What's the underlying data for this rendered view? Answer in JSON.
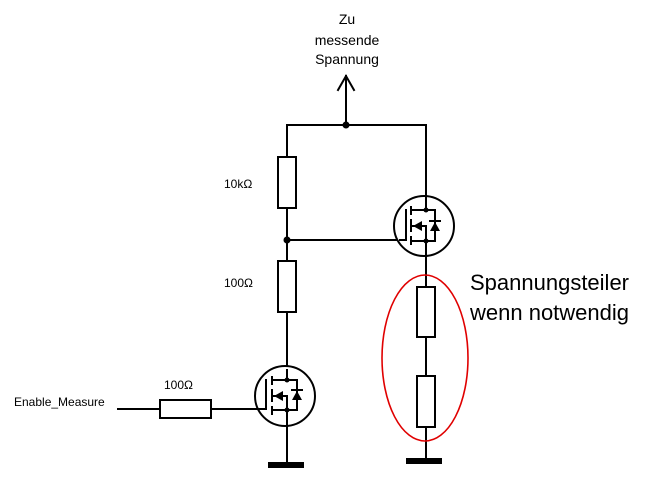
{
  "labels": {
    "supply_line1": "Zu",
    "supply_line2": "messende",
    "supply_line3": "Spannung",
    "r_top": "10kΩ",
    "r_mid": "100Ω",
    "r_gate": "100Ω",
    "enable": "Enable_Measure",
    "note_line1": "Spannungsteiler",
    "note_line2": "wenn notwendig"
  },
  "colors": {
    "wire": "#000000",
    "highlight": "#e00000"
  }
}
